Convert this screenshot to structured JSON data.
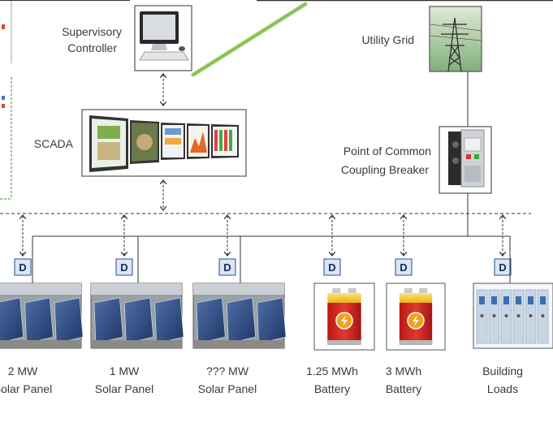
{
  "nodes": {
    "supervisory_controller": [
      "Supervisory",
      "Controller"
    ],
    "utility_grid": "Utility Grid",
    "scada": "SCADA",
    "pcc_breaker": [
      "Point of Common",
      "Coupling Breaker"
    ]
  },
  "device_tag": "D",
  "assets": [
    {
      "id": "solar-2mw",
      "line1": "2 MW",
      "line2": "Solar Panel",
      "kind": "solar"
    },
    {
      "id": "solar-1mw",
      "line1": "1 MW",
      "line2": "Solar Panel",
      "kind": "solar"
    },
    {
      "id": "solar-unknown",
      "line1": "??? MW",
      "line2": "Solar Panel",
      "kind": "solar"
    },
    {
      "id": "battery-125",
      "line1": "1.25 MWh",
      "line2": "Battery",
      "kind": "battery"
    },
    {
      "id": "battery-3",
      "line1": "3 MWh",
      "line2": "Battery",
      "kind": "battery"
    },
    {
      "id": "building-loads",
      "line1": "Building",
      "line2": "Loads",
      "kind": "building"
    }
  ]
}
